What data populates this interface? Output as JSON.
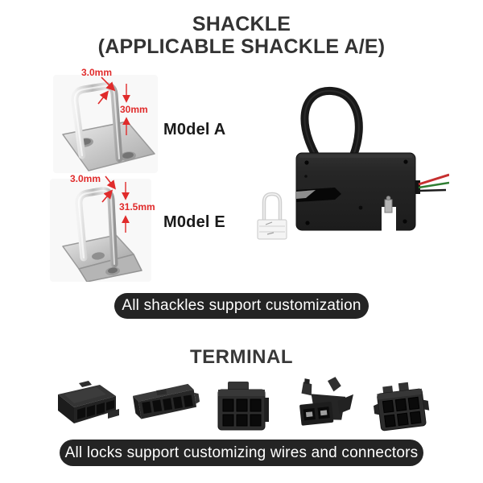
{
  "header": {
    "title_line1": "SHACKLE",
    "title_line2": "(APPLICABLE SHACKLE A/E)"
  },
  "shackle_section": {
    "models": [
      {
        "name": "M0del A",
        "wire_diameter": "3.0mm",
        "height": "30mm"
      },
      {
        "name": "M0del E",
        "wire_diameter": "3.0mm",
        "height": "31.5mm"
      }
    ],
    "banner": "All shackles support customization"
  },
  "terminal_section": {
    "title": "TERMINAL",
    "banner": "All locks support customizing wires and connectors"
  },
  "colors": {
    "annotation_red": "#e02b2b",
    "banner_background": "#242424",
    "banner_text": "#ffffff",
    "heading_text": "#333333",
    "lock_body": "#222222",
    "wire_red": "#c62f2f",
    "wire_green": "#2f7d32",
    "metal_silver": "#c9c9c9"
  }
}
